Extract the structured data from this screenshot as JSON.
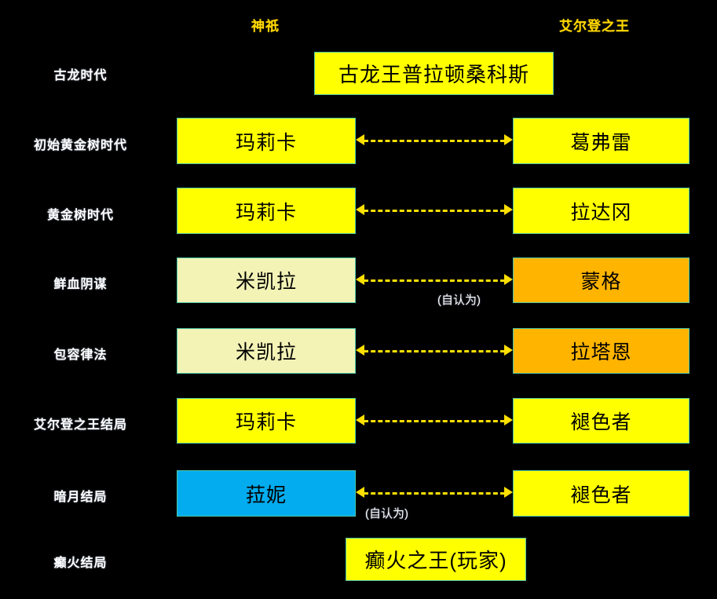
{
  "headers": {
    "left_column": "神祇",
    "right_column": "艾尔登之王",
    "color": "#ffd700"
  },
  "palette": {
    "background": "#000000",
    "yellow": "#ffff00",
    "cream": "#f3f3b6",
    "orange": "#ffb400",
    "blue": "#02acee",
    "border": "#4ec7a8",
    "arrow": "#ffe000",
    "era_label": "#ffffff",
    "note": "#ffffff"
  },
  "notes": {
    "self_proclaimed": "(自认为)"
  },
  "rows": [
    {
      "era": "古龙时代",
      "center": "古龙王普拉顿桑科斯",
      "left": null,
      "right": null,
      "arrow": false,
      "note": null
    },
    {
      "era": "初始黄金树时代",
      "left": "玛莉卡",
      "right": "葛弗雷",
      "arrow": true,
      "note": null
    },
    {
      "era": "黄金树时代",
      "left": "玛莉卡",
      "right": "拉达冈",
      "arrow": true,
      "note": null
    },
    {
      "era": "鲜血阴谋",
      "left": "米凯拉",
      "right": "蒙格",
      "arrow": true,
      "note": "(自认为)"
    },
    {
      "era": "包容律法",
      "left": "米凯拉",
      "right": "拉塔恩",
      "arrow": true,
      "note": null
    },
    {
      "era": "艾尔登之王结局",
      "left": "玛莉卡",
      "right": "褪色者",
      "arrow": true,
      "note": null
    },
    {
      "era": "暗月结局",
      "left": "菈妮",
      "right": "褪色者",
      "arrow": true,
      "note": "(自认为)"
    },
    {
      "era": "癫火结局",
      "center": "癫火之王(玩家)",
      "left": null,
      "right": null,
      "arrow": false,
      "note": null
    }
  ]
}
